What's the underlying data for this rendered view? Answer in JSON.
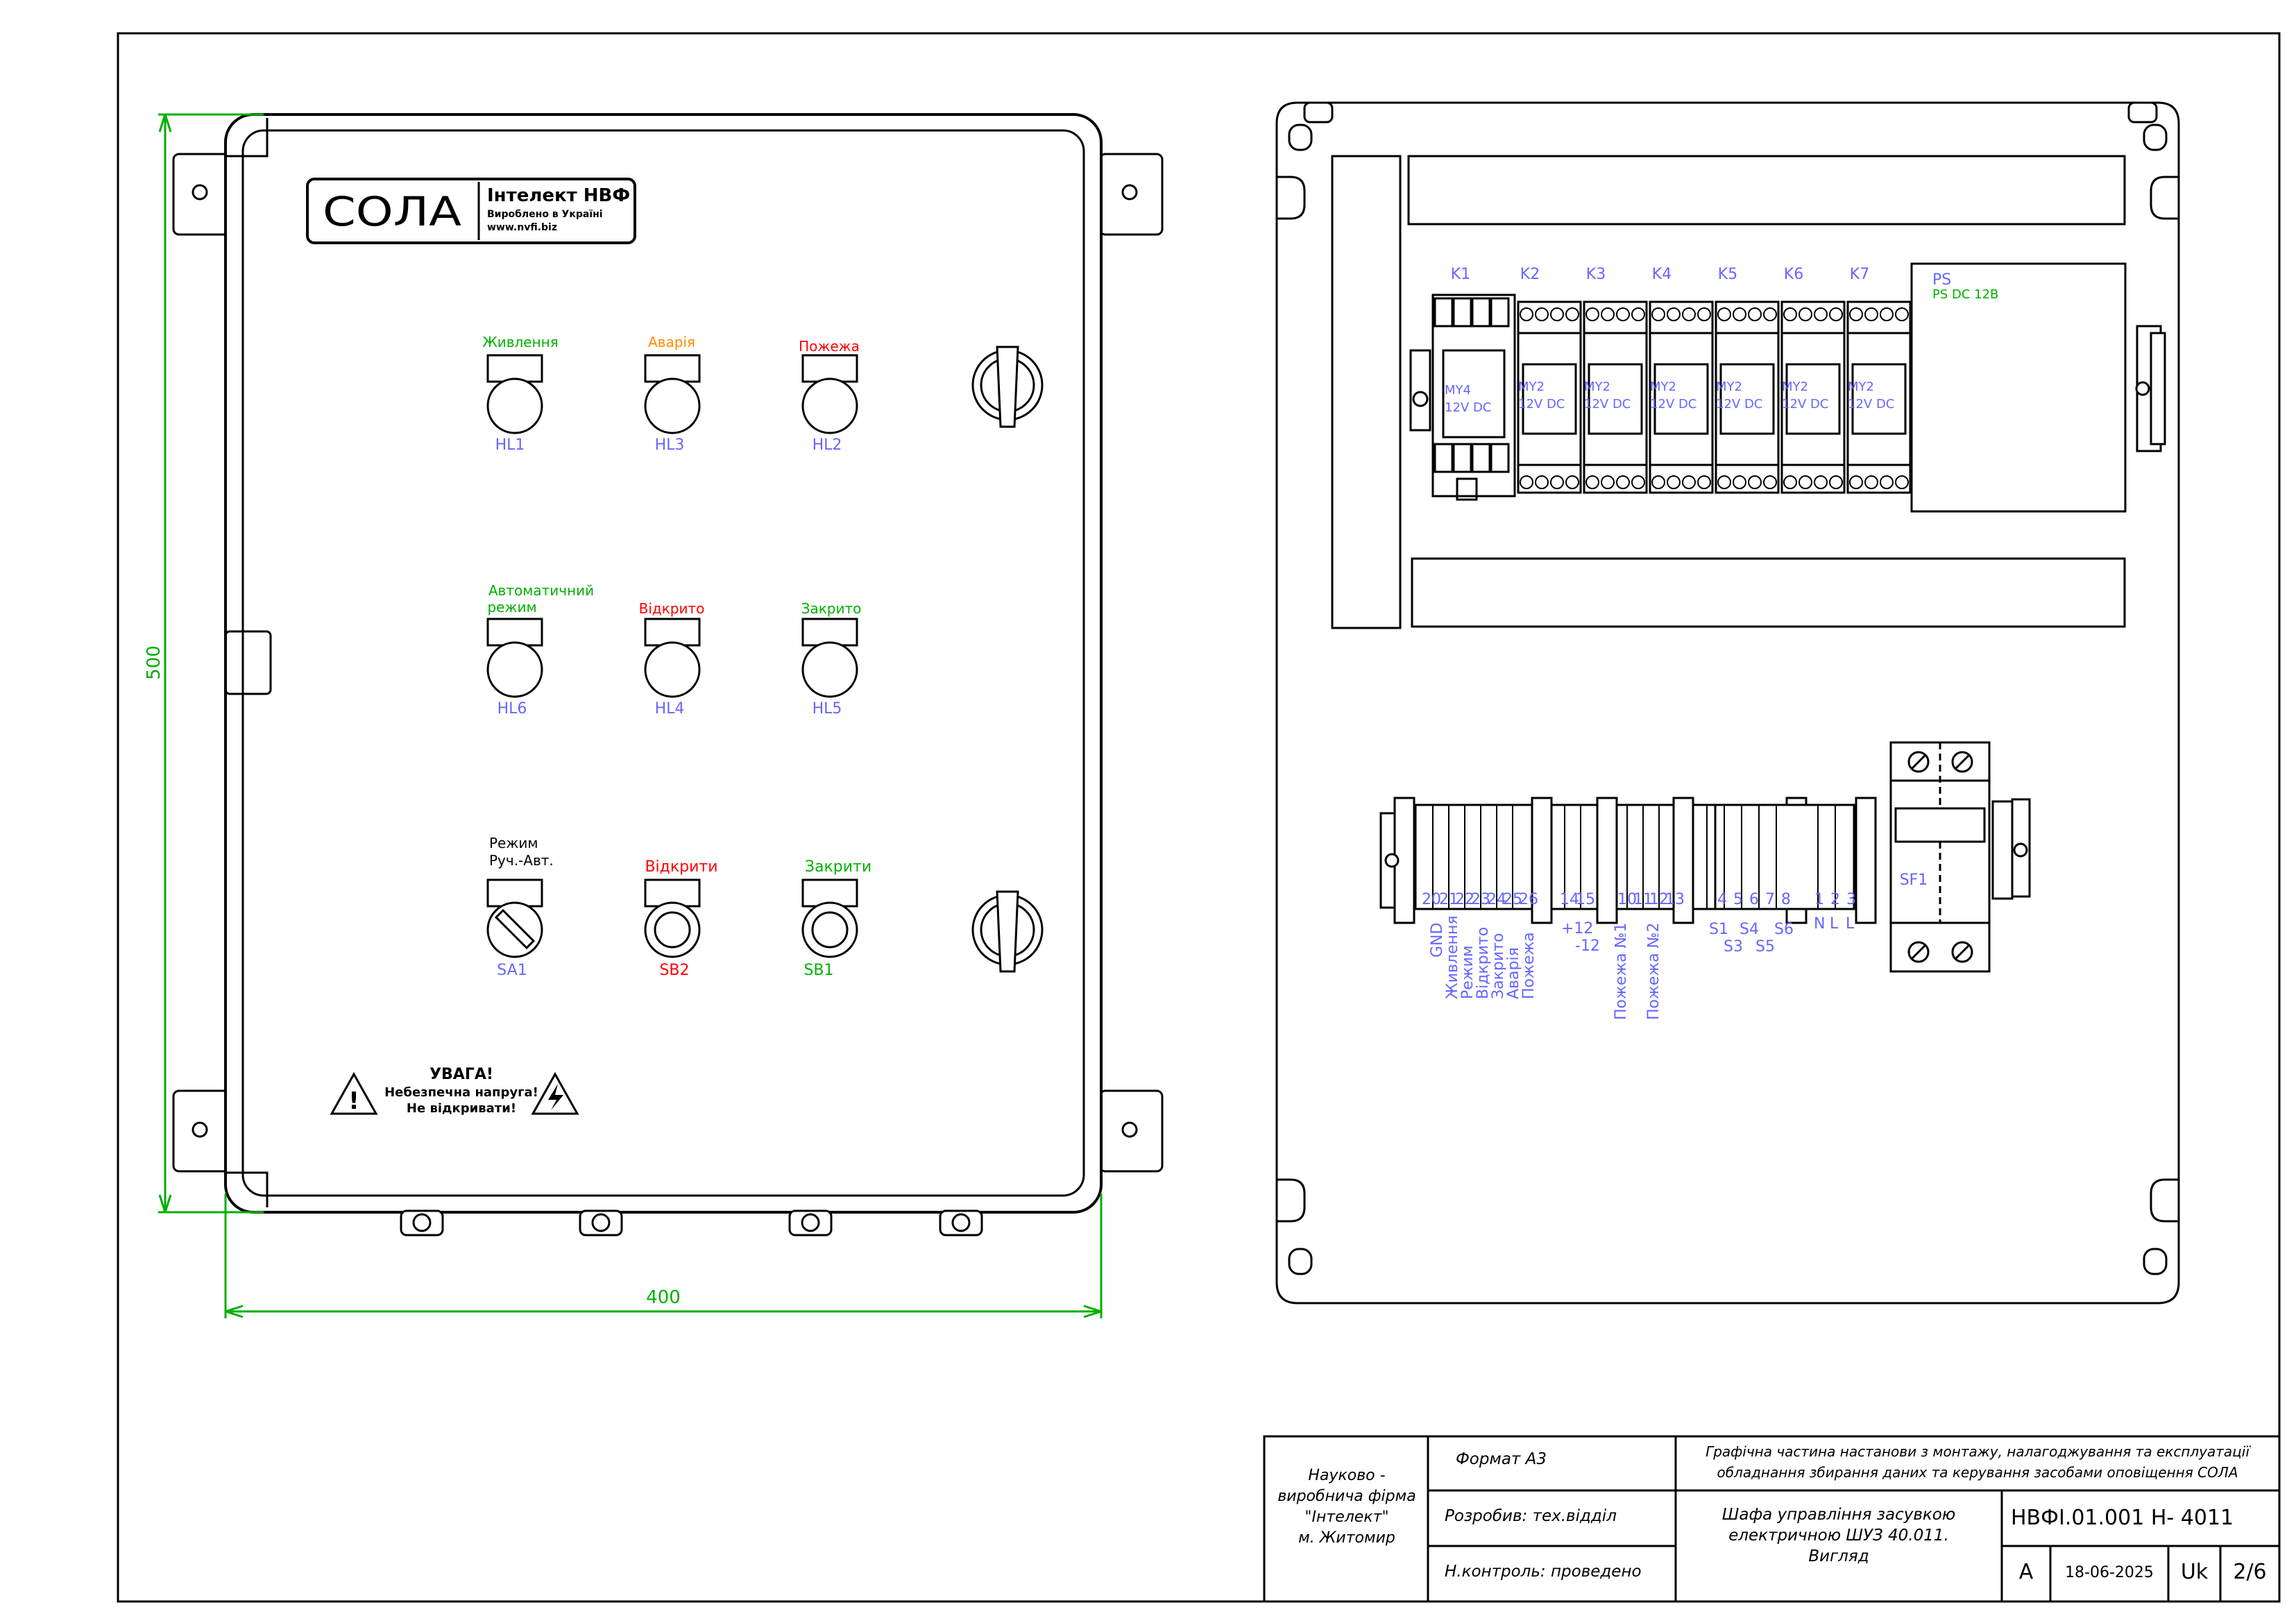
{
  "logo": {
    "mark": "СОЛА",
    "brand": "Інтелект НВФ",
    "made_in": "Вироблено в Україні",
    "website": "www.nvfi.biz"
  },
  "dimensions": {
    "height": "500",
    "width": "400"
  },
  "front_panel": {
    "lamps": [
      {
        "caption": "Живлення",
        "caption2": "",
        "tag": "HL1",
        "caption_color": "#00b000"
      },
      {
        "caption": "Аварія",
        "caption2": "",
        "tag": "HL3",
        "caption_color": "#ff8c00"
      },
      {
        "caption": "Пожежа",
        "caption2": "",
        "tag": "HL2",
        "caption_color": "#ff0000"
      },
      {
        "caption": "Автоматичний",
        "caption2": "режим",
        "tag": "HL6",
        "caption_color": "#00b000"
      },
      {
        "caption": "Відкрито",
        "caption2": "",
        "tag": "HL4",
        "caption_color": "#ff0000"
      },
      {
        "caption": "Закрито",
        "caption2": "",
        "tag": "HL5",
        "caption_color": "#00b000"
      }
    ],
    "selector": {
      "caption": "Режим",
      "caption2": "Руч.-Авт.",
      "tag": "SA1"
    },
    "buttons": [
      {
        "caption": "Відкрити",
        "tag": "SB2",
        "color": "#ff0000"
      },
      {
        "caption": "Закрити",
        "tag": "SB1",
        "color": "#00b000"
      }
    ],
    "warning": {
      "title": "УВАГА!",
      "line1": "Небезпечна напруга!",
      "line2": "Не відкривати!"
    }
  },
  "mounting_plate": {
    "relays": [
      {
        "tag": "K1",
        "model": "MY4",
        "voltage": "12V DC"
      },
      {
        "tag": "K2",
        "model": "MY2",
        "voltage": "12V DC"
      },
      {
        "tag": "K3",
        "model": "MY2",
        "voltage": "12V DC"
      },
      {
        "tag": "K4",
        "model": "MY2",
        "voltage": "12V DC"
      },
      {
        "tag": "K5",
        "model": "MY2",
        "voltage": "12V DC"
      },
      {
        "tag": "K6",
        "model": "MY2",
        "voltage": "12V DC"
      },
      {
        "tag": "K7",
        "model": "MY2",
        "voltage": "12V DC"
      }
    ],
    "power_supply": {
      "tag": "PS",
      "label": "PS DC 12В"
    },
    "breaker": {
      "tag": "SF1"
    },
    "terminal_numbers": [
      "20",
      "21",
      "22",
      "23",
      "24",
      "25",
      "26",
      "14",
      "15",
      "10",
      "11",
      "12",
      "13",
      "4",
      "5",
      "6",
      "7",
      "8",
      "1",
      "2",
      "3"
    ],
    "terminal_signals": [
      "GND",
      "Живлення",
      "Режим",
      "Відкрито",
      "Закрито",
      "Аварія",
      "Пожежа",
      "+12",
      "-12",
      "Пожежа №1",
      "Пожежа №2",
      "S1",
      "S3",
      "S4",
      "S5",
      "S6",
      "N",
      "L",
      "L"
    ]
  },
  "title_block": {
    "company_line1": "Науково -",
    "company_line2": "виробнича фірма",
    "company_line3": "\"Інтелект\"",
    "company_line4": "м. Житомир",
    "format": "Формат А3",
    "developer": "Розробив: тех.відділ",
    "checker": "Н.контроль: проведено",
    "doc_title_line1": "Графічна частина настанови з монтажу, налагоджування та експлуатації",
    "doc_title_line2": "обладнання збирання даних та керування засобами оповіщення СОЛА",
    "product_line1": "Шафа управління засувкою",
    "product_line2": "електричною ШУЗ 40.011.",
    "product_line3": "Вигляд",
    "code": "НВФІ.01.001 Н-  4011",
    "letter": "А",
    "date": "18-06-2025",
    "lang": "Uk",
    "sheet": "2/6"
  }
}
